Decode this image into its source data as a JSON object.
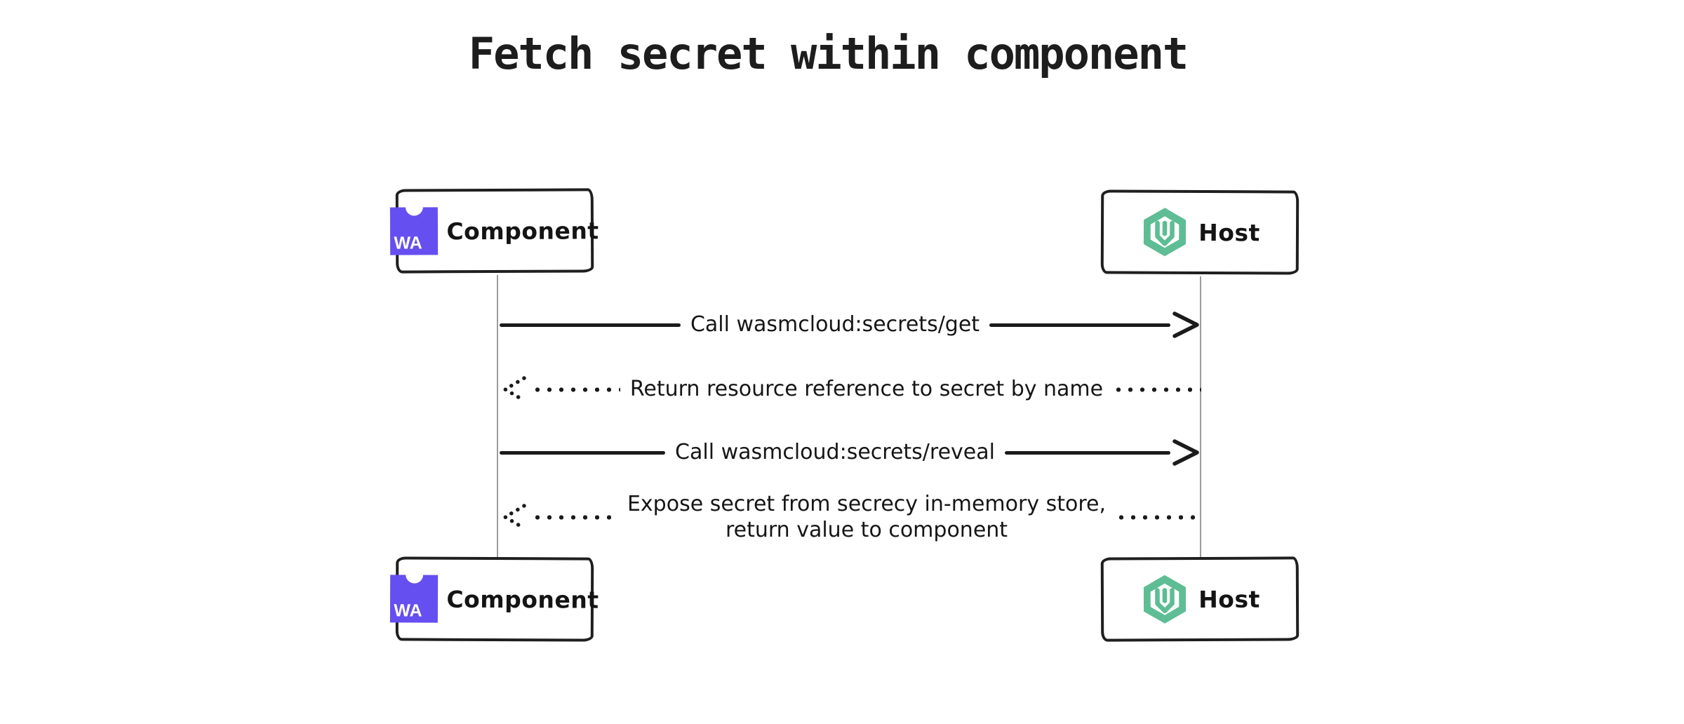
{
  "title": "Fetch secret within component",
  "colors": {
    "background": "#ffffff",
    "stroke": "#1b1b1b",
    "lifeline": "#9b9b9b",
    "webassembly_purple": "#654FF0",
    "wasmcloud_green": "#5EBD94",
    "icon_letter_color": "#ffffff"
  },
  "actors": {
    "component": {
      "label": "Component",
      "icon": "webassembly-component-icon",
      "icon_text": "WA"
    },
    "host": {
      "label": "Host",
      "icon": "wasmcloud-icon"
    }
  },
  "messages": [
    {
      "label": "Call wasmcloud:secrets/get",
      "style": "solid",
      "direction": "component-to-host"
    },
    {
      "label": "Return resource reference to secret by name",
      "style": "dotted",
      "direction": "host-to-component"
    },
    {
      "label": "Call wasmcloud:secrets/reveal",
      "style": "solid",
      "direction": "component-to-host"
    },
    {
      "label_line1": "Expose secret from secrecy in-memory store,",
      "label_line2": "return value to component",
      "style": "dotted",
      "direction": "host-to-component"
    }
  ]
}
